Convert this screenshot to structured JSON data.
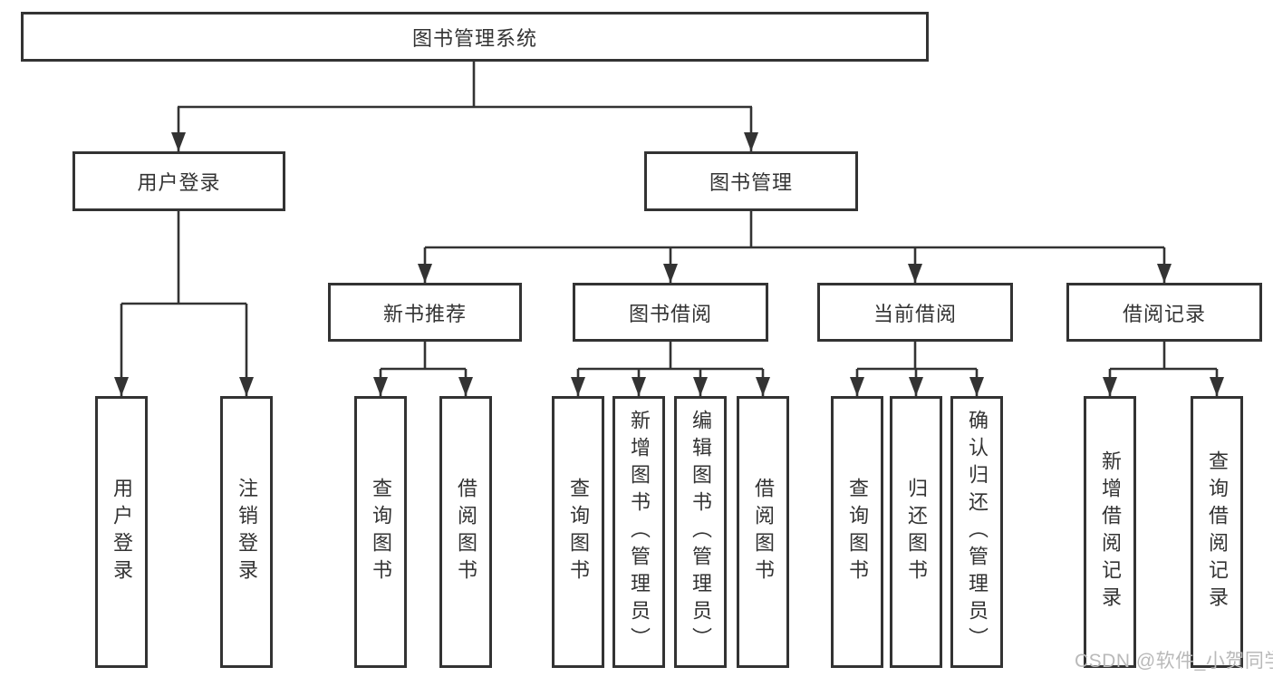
{
  "tree": {
    "label": "图书管理系统",
    "children": [
      {
        "label": "用户登录",
        "children": [
          {
            "label": "用户登录"
          },
          {
            "label": "注销登录"
          }
        ]
      },
      {
        "label": "图书管理",
        "children": [
          {
            "label": "新书推荐",
            "children": [
              {
                "label": "查询图书"
              },
              {
                "label": "借阅图书"
              }
            ]
          },
          {
            "label": "图书借阅",
            "children": [
              {
                "label": "查询图书"
              },
              {
                "label": "新增图书（管理员）"
              },
              {
                "label": "编辑图书（管理员）"
              },
              {
                "label": "借阅图书"
              }
            ]
          },
          {
            "label": "当前借阅",
            "children": [
              {
                "label": "查询图书"
              },
              {
                "label": "归还图书"
              },
              {
                "label": "确认归还（管理员）"
              }
            ]
          },
          {
            "label": "借阅记录",
            "children": [
              {
                "label": "新增借阅记录"
              },
              {
                "label": "查询借阅记录"
              }
            ]
          }
        ]
      }
    ]
  },
  "watermark": {
    "text": "CSDN @软件_小贺同学"
  },
  "colors": {
    "line": "#333333",
    "text": "#333333",
    "box_background": "#ffffff",
    "page_background": "#ffffff",
    "watermark": "#b9b9b9"
  }
}
